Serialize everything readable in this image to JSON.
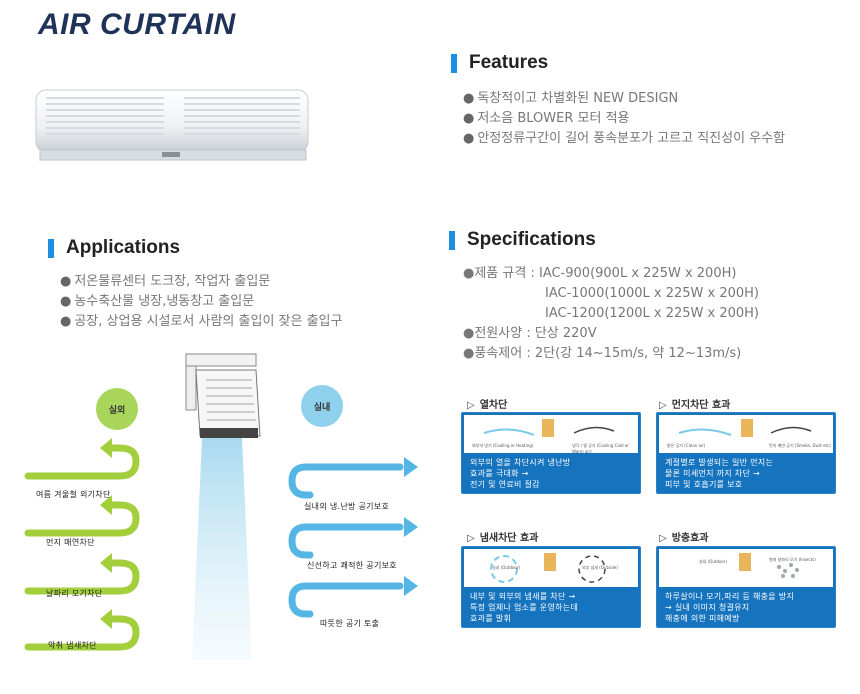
{
  "title": "AIR CURTAIN",
  "features": {
    "heading": "Features",
    "items": [
      "독창적이고 차별화된 NEW DESIGN",
      "저소음 BLOWER 모터 적용",
      "안정정류구간이 길어 풍속분포가 고르고 직진성이 우수함"
    ]
  },
  "applications": {
    "heading": "Applications",
    "items": [
      "저온물류센터 도크장, 작업자 출입문",
      "농수축산물 냉장,냉동창고 출입문",
      "공장, 상업용 시설로서 사람의 출입이 잦은 출입구"
    ]
  },
  "specifications": {
    "heading": "Specifications",
    "model_label": "제품 규격 :",
    "models": [
      "IAC-900(900L x 225W x 200H)",
      "IAC-1000(1000L x 225W x 200H)",
      "IAC-1200(1200L x 225W x 200H)"
    ],
    "power_label": "전원사양",
    "power_value": ": 단상 220V",
    "airflow_label": "풍속제어",
    "airflow_value": ": 2단(강 14~15m/s, 약 12~13m/s)"
  },
  "diagram": {
    "outdoor": "실외",
    "indoor": "실내",
    "left_labels": [
      "여름 겨울철 외기차단",
      "먼지 매연차단",
      "날파리 모기차단",
      "악취 냄새차단"
    ],
    "right_labels": [
      "실내의 냉.난방 공기보호",
      "신선하고 쾌적한 공기보호",
      "따뜻한 공기 토출"
    ]
  },
  "panels": [
    {
      "title": "열차단",
      "img_left": "외부의 냉기 (Cooling or Heating)",
      "img_right": "냉각 / 열 공기 (Cooling Cold or Warm air)",
      "lines": [
        "외부의 열을 차단시켜 냉난방",
        "효과를 극대화 →",
        "전기 및 연료비 절감"
      ]
    },
    {
      "title": "먼지차단 효과",
      "img_left": "맑은 공기 (Clean air)",
      "img_right": "먼지 매연 공기 (Smoke, Dust etc)",
      "lines": [
        "계절별로 발생되는 일반 먼지는",
        "물론 미세먼지 까지 차단 →",
        "피부 및 호흡기를 보호"
      ]
    },
    {
      "title": "냄새차단 효과",
      "img_left": "실내 (Outdoor)",
      "img_right": "외부 냄새 (Outside)",
      "lines": [
        "내부 및 외부의 냄새를 차단 →",
        "특정 업체나 업소를 운영하는데",
        "효과를 발휘"
      ]
    },
    {
      "title": "방충효과",
      "img_left": "실내 (Outdoor)",
      "img_right": "벌레 날파리 모기 (Insects)",
      "lines": [
        "하루살이나 모기,파리 등 해충을 방지",
        "→ 실내 이미지 청결유지",
        "해충에 의한 피해예방"
      ]
    }
  ]
}
